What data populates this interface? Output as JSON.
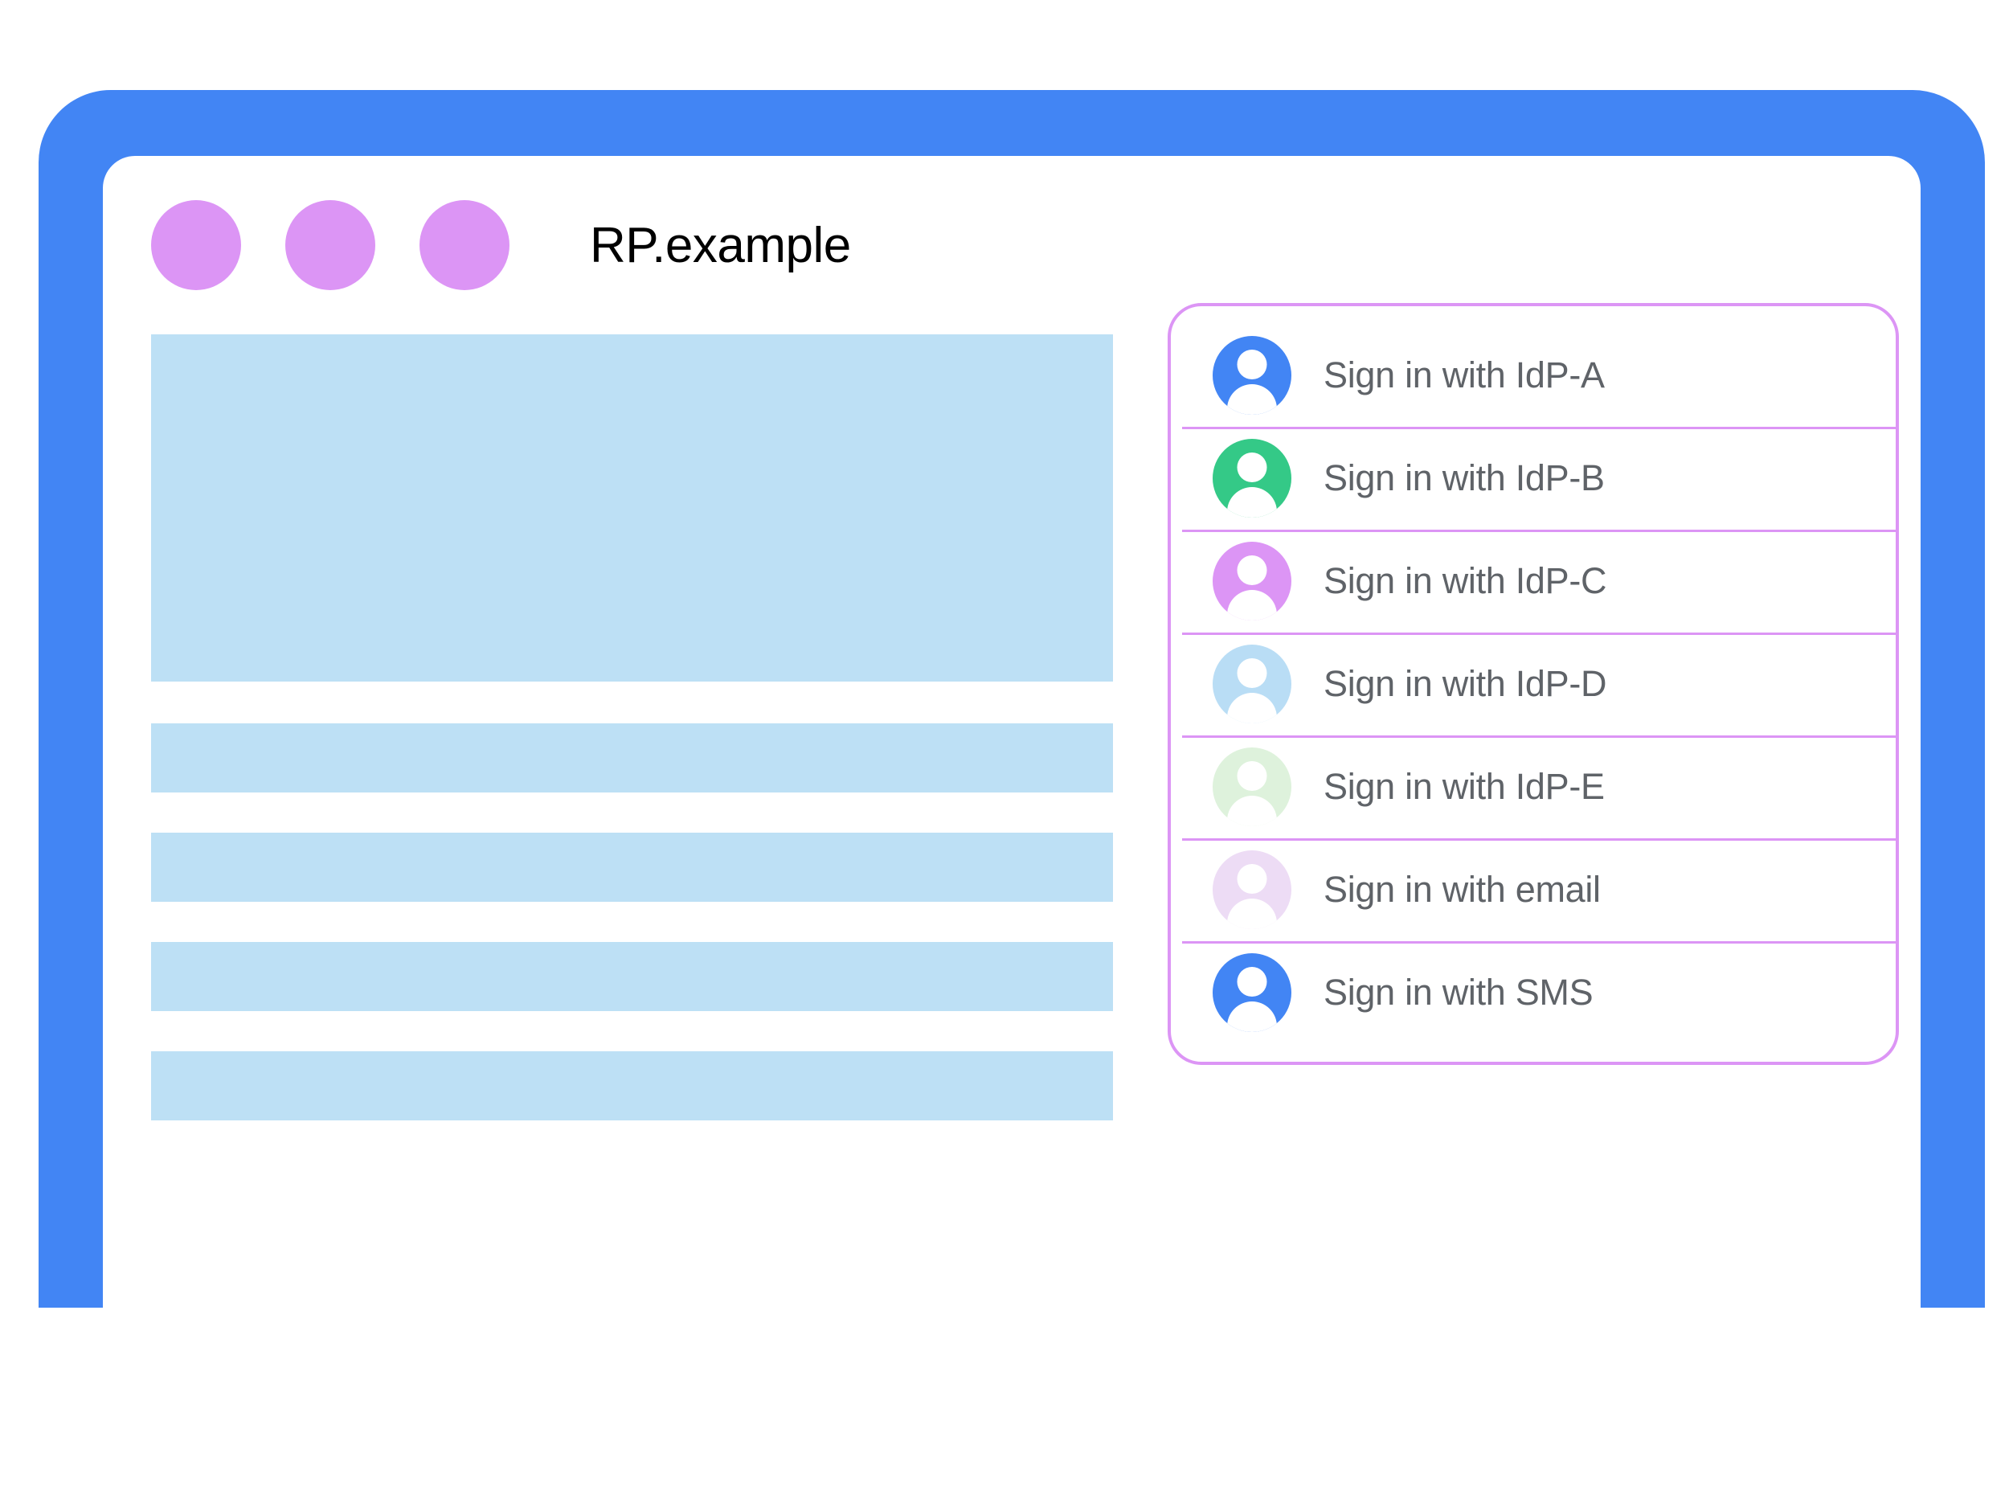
{
  "browser": {
    "title": "RP.example",
    "window_dots": [
      "dot-1",
      "dot-2",
      "dot-3"
    ],
    "dot_color": "#DC95F5",
    "frame_color": "#4285F4",
    "home_button": "home-button"
  },
  "page_content": {
    "placeholder_hero": "",
    "placeholder_bars": [
      "",
      "",
      "",
      ""
    ],
    "placeholder_color": "#BDE0F5"
  },
  "account_chooser": {
    "border_color": "#DC95F5",
    "divider_color": "#DC95F5",
    "text_color": "#5F6368",
    "accounts": [
      {
        "label": "Sign in with IdP-A",
        "icon": "person-avatar-icon",
        "color": "#4285F4"
      },
      {
        "label": "Sign in with IdP-B",
        "icon": "person-avatar-icon",
        "color": "#34C987"
      },
      {
        "label": "Sign in with IdP-C",
        "icon": "person-avatar-icon",
        "color": "#DC95F5"
      },
      {
        "label": "Sign in with IdP-D",
        "icon": "person-avatar-icon",
        "color": "#B9DDF5"
      },
      {
        "label": "Sign in with IdP-E",
        "icon": "person-avatar-icon",
        "color": "#DEF2DC"
      },
      {
        "label": "Sign in with email",
        "icon": "person-avatar-icon",
        "color": "#EDDCF5"
      },
      {
        "label": "Sign in with SMS",
        "icon": "person-avatar-icon",
        "color": "#4285F4"
      }
    ]
  }
}
